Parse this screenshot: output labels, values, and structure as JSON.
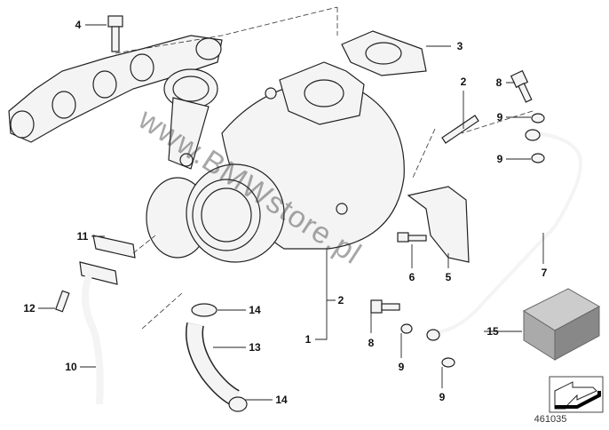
{
  "callouts": [
    {
      "id": "c4",
      "label": "4"
    },
    {
      "id": "c3",
      "label": "3"
    },
    {
      "id": "c2a",
      "label": "2"
    },
    {
      "id": "c8a",
      "label": "8"
    },
    {
      "id": "c9a",
      "label": "9"
    },
    {
      "id": "c9b",
      "label": "9"
    },
    {
      "id": "c11",
      "label": "11"
    },
    {
      "id": "c6",
      "label": "6"
    },
    {
      "id": "c5",
      "label": "5"
    },
    {
      "id": "c7",
      "label": "7"
    },
    {
      "id": "c2b",
      "label": "2"
    },
    {
      "id": "c1",
      "label": "1"
    },
    {
      "id": "c12",
      "label": "12"
    },
    {
      "id": "c14a",
      "label": "14"
    },
    {
      "id": "c15",
      "label": "15"
    },
    {
      "id": "c13",
      "label": "13"
    },
    {
      "id": "c8b",
      "label": "8"
    },
    {
      "id": "c9c",
      "label": "9"
    },
    {
      "id": "c10",
      "label": "10"
    },
    {
      "id": "c9d",
      "label": "9"
    },
    {
      "id": "c14b",
      "label": "14"
    }
  ],
  "diagram_number": "461035",
  "watermark": "www.BMWstore.pl"
}
